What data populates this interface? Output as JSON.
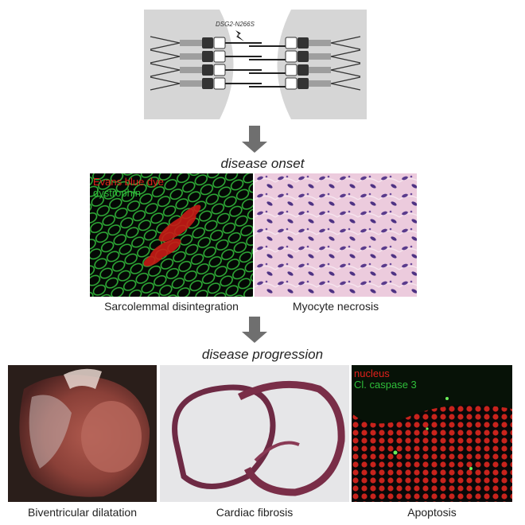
{
  "schematic": {
    "mutation_label": "DSG2-N266S"
  },
  "stages": {
    "onset_label": "disease onset",
    "progression_label": "disease progression"
  },
  "onset_panels": {
    "left": {
      "overlay_label_1": "Evans blue dye",
      "overlay_label_2": "dystrophin",
      "caption": "Sarcolemmal disintegration",
      "color_1": "#e0201b",
      "color_2": "#2fbf3a"
    },
    "right": {
      "caption": "Myocyte necrosis"
    }
  },
  "progression_panels": {
    "left": {
      "caption": "Biventricular dilatation"
    },
    "middle": {
      "caption": "Cardiac fibrosis"
    },
    "right": {
      "overlay_label_1": "nucleus",
      "overlay_label_2": "Cl. caspase 3",
      "caption": "Apoptosis",
      "color_1": "#e0201b",
      "color_2": "#2fbf3a"
    }
  }
}
